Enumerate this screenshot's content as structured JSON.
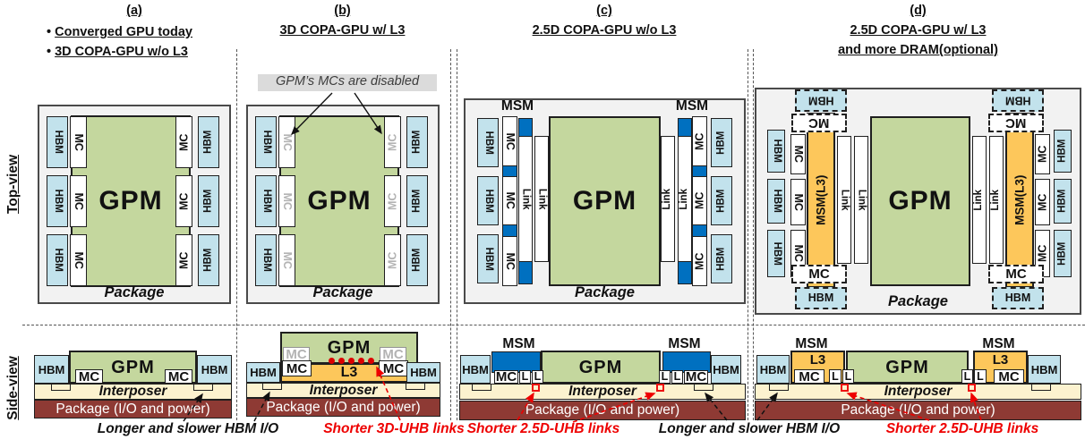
{
  "figure": {
    "views": {
      "top": "Top-view",
      "side": "Side-view"
    },
    "bullet": "•"
  },
  "labels": {
    "hbm": "HBM",
    "mc": "MC",
    "gpm": "GPM",
    "link": "Link",
    "l": "L",
    "l3": "L3",
    "msm": "MSM",
    "msm_l3": "MSM(L3)",
    "package": "Package",
    "interposer": "Interposer",
    "package_io": "Package (I/O and  power)"
  },
  "panels": {
    "a": {
      "tag": "(a)",
      "bullets": [
        "Converged GPU today",
        "3D COPA-GPU w/o L3"
      ]
    },
    "b": {
      "tag": "(b)",
      "title": "3D COPA-GPU w/ L3",
      "annotation": "GPM’s MCs are disabled"
    },
    "c": {
      "tag": "(c)",
      "title": "2.5D COPA-GPU w/o L3"
    },
    "d": {
      "tag": "(d)",
      "title_line1": "2.5D COPA-GPU  w/ L3",
      "title_line2": "and more DRAM(optional)"
    }
  },
  "captions": {
    "hbm_io_ab": "Longer and slower HBM I/O",
    "uhb_3d": "Shorter 3D-UHB links",
    "uhb_25d_c": "Shorter 2.5D-UHB links",
    "hbm_io_cd": "Longer and slower HBM I/O",
    "uhb_25d_d": "Shorter 2.5D-UHB links"
  },
  "colors": {
    "gpm_green": "#C4D79E",
    "hbm_blue": "#C2E2EC",
    "msm_blue": "#0070C0",
    "l3_orange": "#FDC75B",
    "interposer_cream": "#FCF2CF",
    "package_red": "#8E3A34",
    "package_gray": "#F2F2F2",
    "accent_red": "#EE0000",
    "disabled_gray": "#B3B3B3"
  }
}
